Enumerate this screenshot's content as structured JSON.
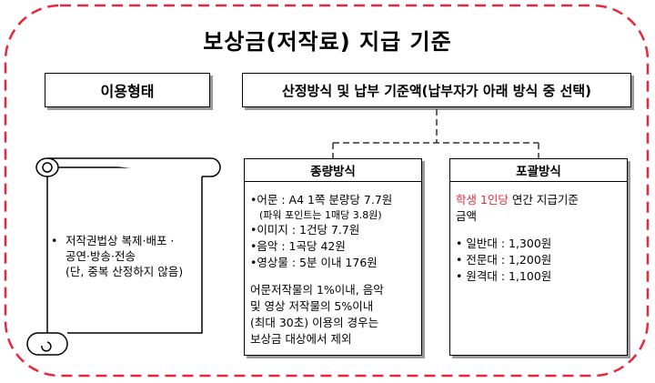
{
  "title": "보상금(저작료) 지급 기준",
  "usage_header": "이용형태",
  "method_header": "산정방식 및 납부 기준액(납부자가 아래 방식 중 선택)",
  "usage_items": [
    {
      "bullet": "•",
      "line1": "저작권법상 복제·배포 ·",
      "line2": "공연·방송·전송",
      "line3": "(단, 중복 산정하지 않음)"
    }
  ],
  "unit_based": {
    "title": "종량방식",
    "items": [
      "•어문 : A4 1쪽 분량당 7.7원",
      "(파워 포인트는 1매당 3.8원)",
      "•이미지 : 1건당 7.7원",
      "•음악 : 1곡당 42원",
      "•영상물 : 5분 이내 176원"
    ],
    "note": [
      "어문저작물의 1%이내, 음악",
      "및 영상 저작물의 5%이내",
      "(최대 30초) 이용의 경우는",
      "보상금 대상에서 제외"
    ]
  },
  "lump_sum": {
    "title": "포괄방식",
    "desc_red": "학생 1인당",
    "desc_rest": " 연간 지급기준",
    "desc_line2": "금액",
    "items": [
      "• 일반대 : 1,300원",
      "• 전문대 : 1,200원",
      "• 원격대 : 1,100원"
    ]
  },
  "colors": {
    "frame": "#e8283a",
    "highlight": "#e8283a",
    "shadow": "#9a9a9a"
  }
}
